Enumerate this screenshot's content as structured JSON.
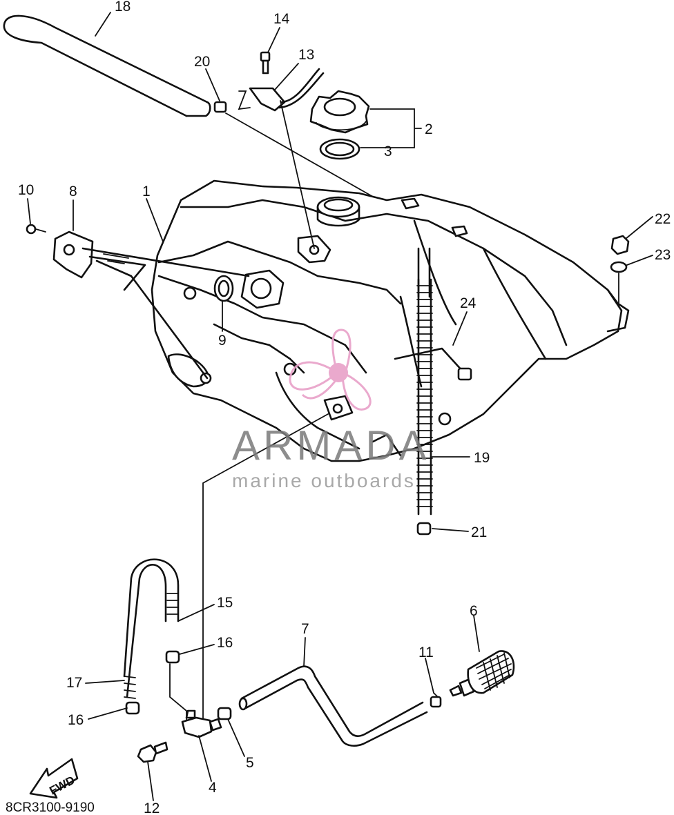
{
  "callouts": {
    "c1": "1",
    "c2": "2",
    "c3": "3",
    "c4": "4",
    "c5": "5",
    "c6": "6",
    "c7": "7",
    "c8": "8",
    "c9": "9",
    "c10": "10",
    "c11": "11",
    "c12": "12",
    "c13": "13",
    "c14": "14",
    "c15": "15",
    "c16a": "16",
    "c16b": "16",
    "c17": "17",
    "c18": "18",
    "c19": "19",
    "c20": "20",
    "c21": "21",
    "c22": "22",
    "c23": "23",
    "c24": "24"
  },
  "diagram_code": "8CR3100-9190",
  "direction_label": "FWD",
  "watermark": {
    "brand": "ARMADA",
    "tagline": "marine outboards",
    "logo_color": "#e8a0c8",
    "text_color": "#7a7a7a"
  }
}
